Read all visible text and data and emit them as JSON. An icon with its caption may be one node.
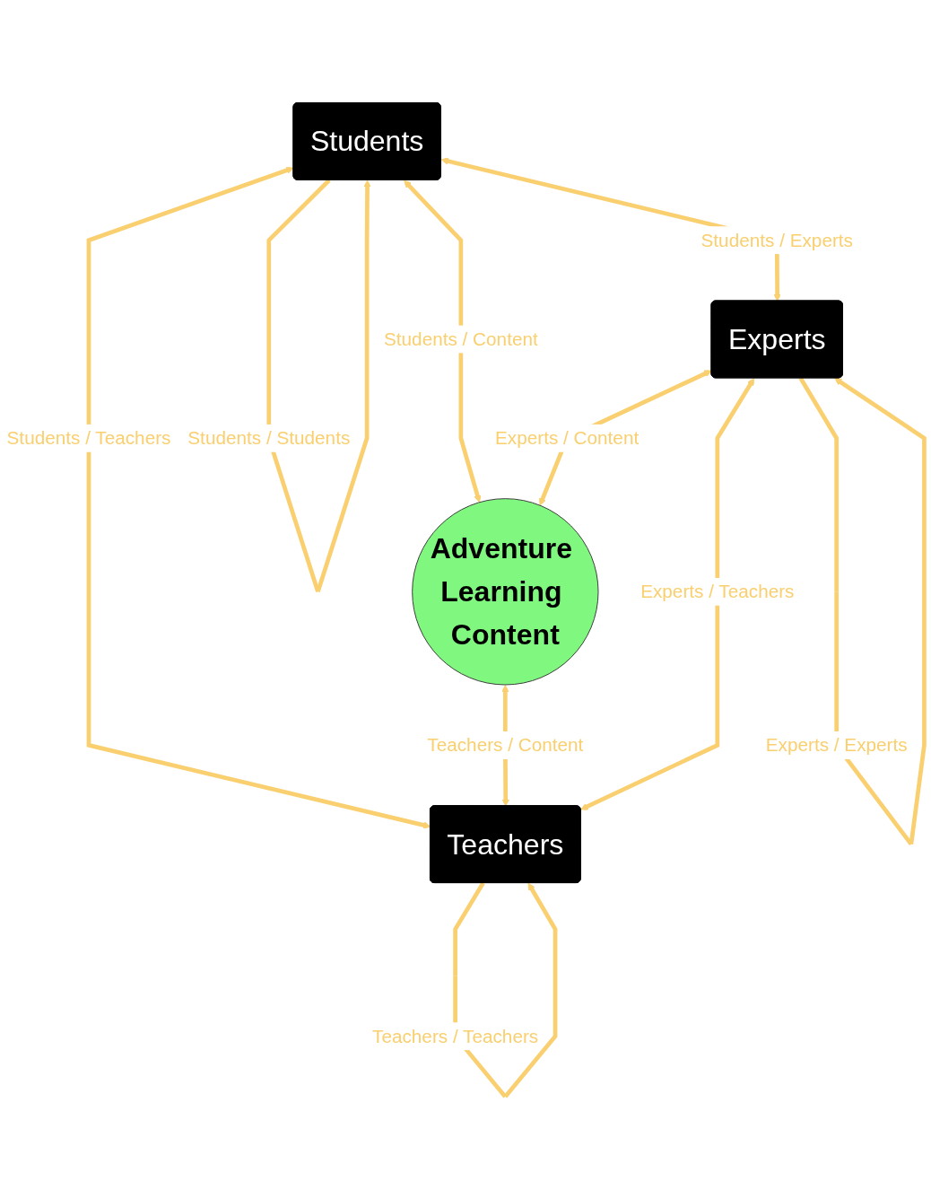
{
  "diagram": {
    "nodes": [
      {
        "text": [
          "Students"
        ]
      },
      {
        "text": [
          "Adventure Learning Content"
        ]
      },
      {
        "text": [
          "Experts"
        ]
      },
      {
        "text": [
          "Teachers"
        ]
      }
    ],
    "edges": [
      {
        "from": 0,
        "to": 0,
        "arrow": "to",
        "label": "Students / Students"
      },
      {
        "from": 0,
        "to": 1,
        "arrow": "both",
        "label": "Students / Content"
      },
      {
        "from": 0,
        "to": 2,
        "arrow": "both",
        "label": "Students / Experts"
      },
      {
        "from": 0,
        "to": 3,
        "arrow": "both",
        "label": "Students / Teachers"
      },
      {
        "from": 2,
        "to": 1,
        "arrow": "both",
        "label": "Experts / Content"
      },
      {
        "from": 1,
        "to": 3,
        "arrow": "both",
        "label": "Teachers / Content"
      },
      {
        "from": 2,
        "to": 3,
        "arrow": "both",
        "label": "Experts / Teachers"
      },
      {
        "from": 2,
        "to": 2,
        "arrow": "to",
        "label": "Experts / Experts"
      },
      {
        "from": 3,
        "to": 3,
        "arrow": "to",
        "label": "Teachers / Teachers"
      }
    ]
  }
}
